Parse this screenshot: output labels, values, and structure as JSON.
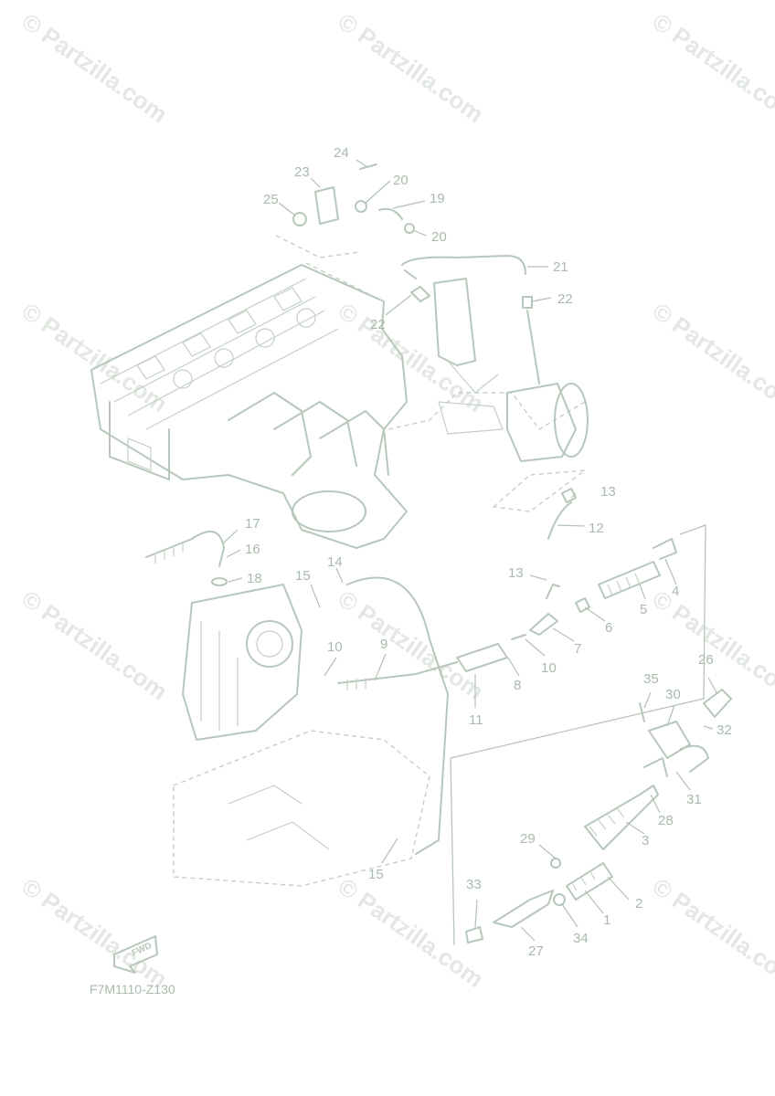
{
  "watermark_text": "© Partzilla.com",
  "figure_reference": "F7M1110-Z130",
  "fwd_label": "FWD",
  "callout_labels": [
    "24",
    "23",
    "20",
    "19",
    "25",
    "20",
    "21",
    "22",
    "22",
    "17",
    "16",
    "18",
    "14",
    "15",
    "13",
    "13",
    "12",
    "4",
    "5",
    "6",
    "7",
    "10",
    "8",
    "10",
    "9",
    "11",
    "26",
    "35",
    "30",
    "32",
    "31",
    "28",
    "3",
    "29",
    "2",
    "1",
    "33",
    "34",
    "27",
    "15"
  ],
  "line_color": "#b7c7b9"
}
